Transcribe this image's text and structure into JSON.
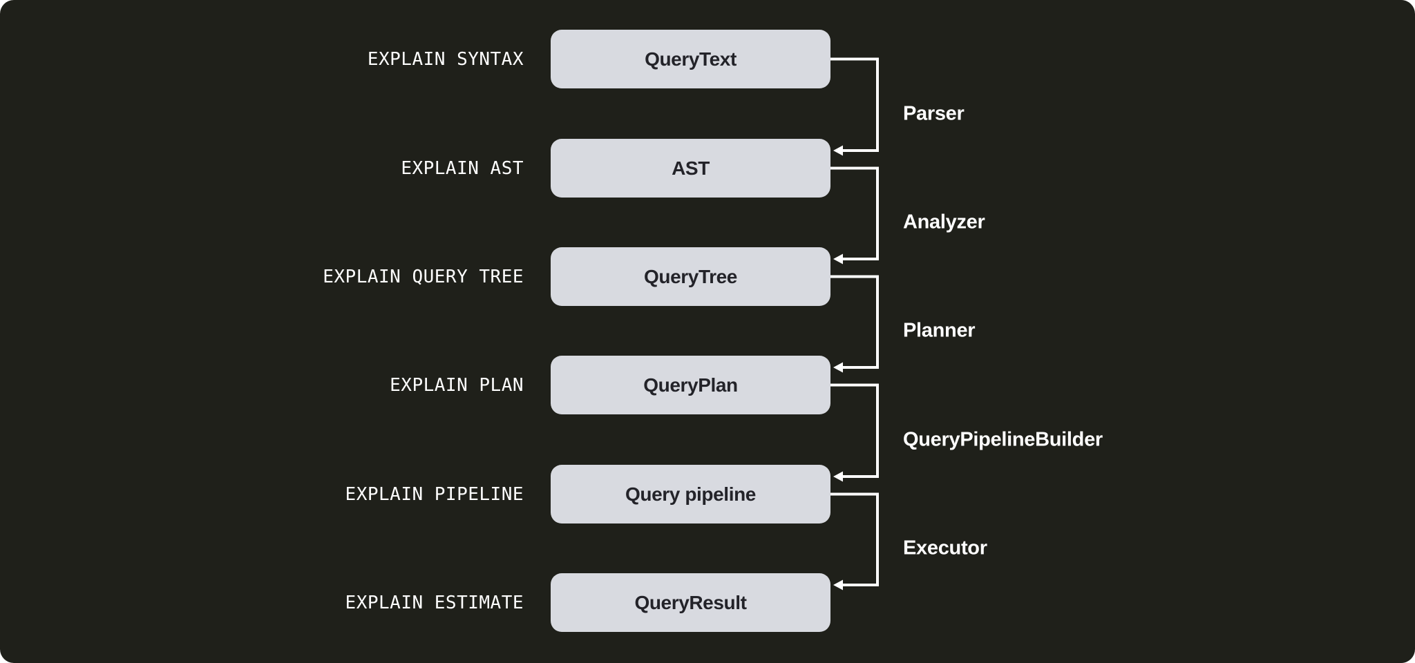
{
  "colors": {
    "background": "#1f201a",
    "box_fill": "#d8dae0",
    "box_text": "#232329",
    "text": "#ffffff",
    "connector": "#ffffff"
  },
  "rows": [
    {
      "command": "EXPLAIN SYNTAX",
      "artifact": "QueryText"
    },
    {
      "command": "EXPLAIN AST",
      "artifact": "AST"
    },
    {
      "command": "EXPLAIN QUERY TREE",
      "artifact": "QueryTree"
    },
    {
      "command": "EXPLAIN PLAN",
      "artifact": "QueryPlan"
    },
    {
      "command": "EXPLAIN PIPELINE",
      "artifact": "Query pipeline"
    },
    {
      "command": "EXPLAIN ESTIMATE",
      "artifact": "QueryResult"
    }
  ],
  "transitions": [
    {
      "label": "Parser"
    },
    {
      "label": "Analyzer"
    },
    {
      "label": "Planner"
    },
    {
      "label": "QueryPipelineBuilder"
    },
    {
      "label": "Executor"
    }
  ]
}
